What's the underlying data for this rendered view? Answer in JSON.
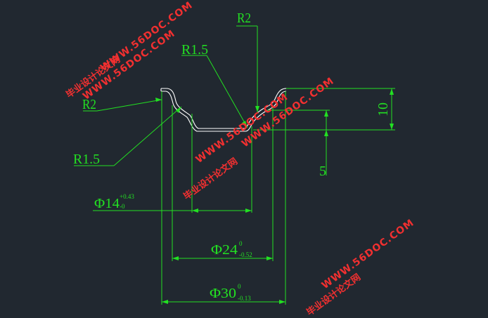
{
  "drawing": {
    "colors": {
      "background": "#212830",
      "part_outline": "#ffffff",
      "dimension": "#22e022",
      "watermark": "#f23030"
    },
    "callouts": {
      "r2_top": "R2",
      "r15_upper": "R1.5",
      "r2_left": "R2",
      "r15_lower": "R1.5"
    },
    "dimensions": {
      "height_total": "10",
      "height_step": "5",
      "dia14": {
        "symbol": "Φ14",
        "upper_tol": "+0.43",
        "lower_tol": "-0"
      },
      "dia24": {
        "symbol": "Φ24",
        "upper_tol": "0",
        "lower_tol": "-0.52"
      },
      "dia30": {
        "symbol": "Φ30",
        "upper_tol": "0",
        "lower_tol": "-0.13"
      }
    },
    "watermarks": {
      "url": "WWW.56DOC.COM",
      "chinese": "毕业设计论文网"
    }
  }
}
